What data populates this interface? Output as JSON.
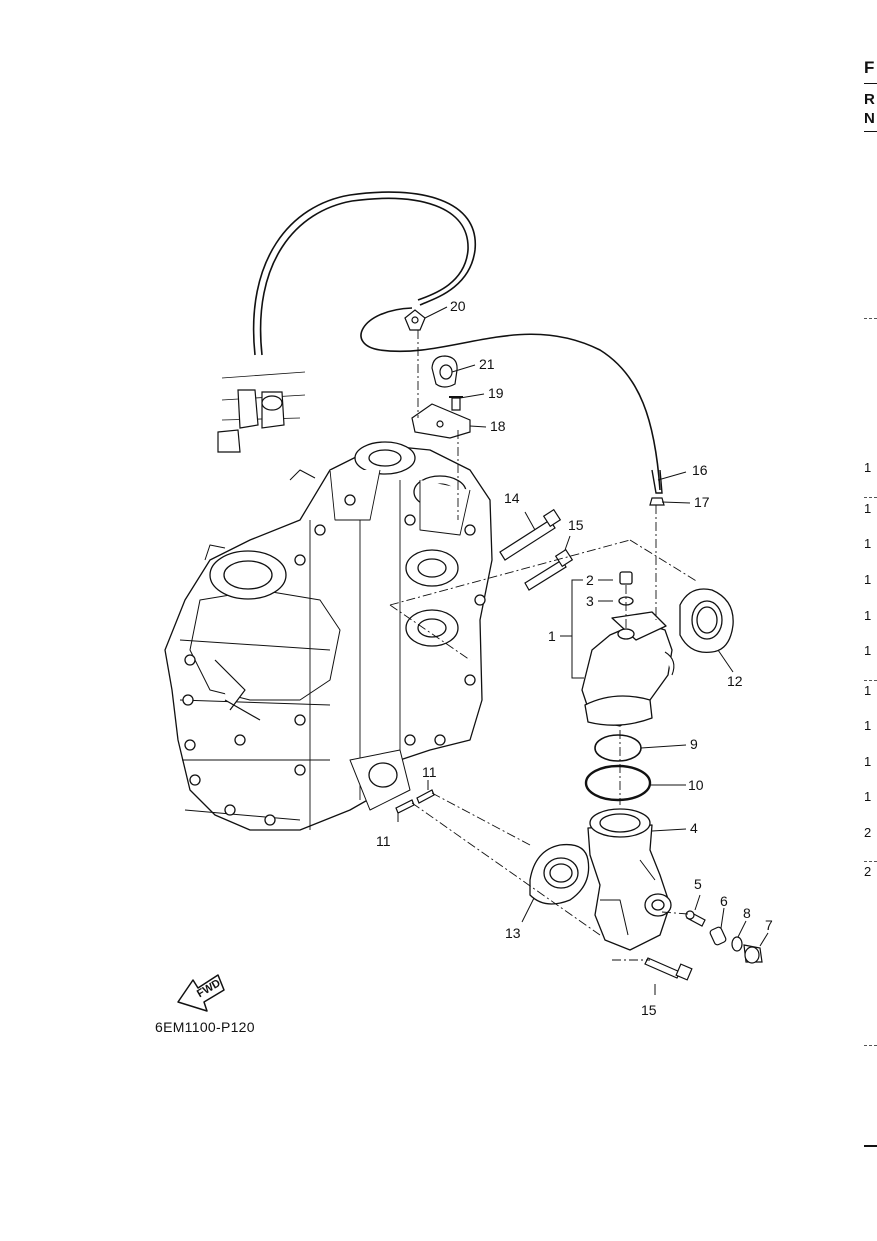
{
  "figure": {
    "code": "6EM1100-P120",
    "fwd_label": "FWD"
  },
  "callouts": {
    "c1": "1",
    "c2": "2",
    "c3": "3",
    "c4": "4",
    "c5": "5",
    "c6": "6",
    "c7": "7",
    "c8": "8",
    "c9": "9",
    "c10": "10",
    "c11a": "11",
    "c11b": "11",
    "c12": "12",
    "c13": "13",
    "c14": "14",
    "c15a": "15",
    "c15b": "15",
    "c16": "16",
    "c17": "17",
    "c18": "18",
    "c19": "19",
    "c20": "20",
    "c21": "21"
  },
  "right_edge": {
    "heading": "F",
    "row1": "R",
    "row2": "N",
    "nums": [
      "1",
      "1",
      "1",
      "1",
      "1",
      "1",
      "1",
      "1",
      "1",
      "1",
      "2",
      "2"
    ]
  }
}
